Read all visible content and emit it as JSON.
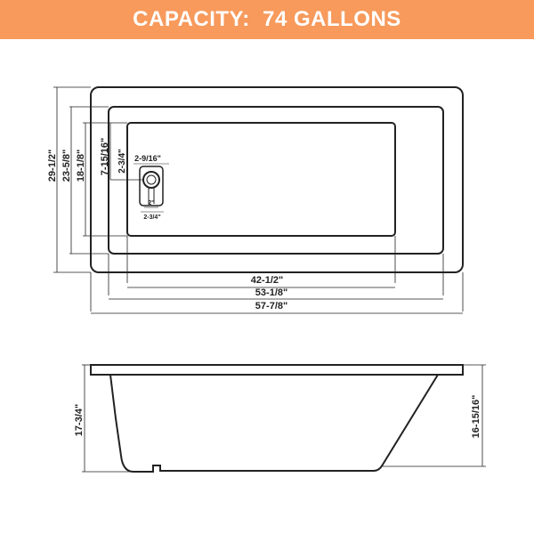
{
  "banner": {
    "label": "CAPACITY:",
    "value": "74 GALLONS",
    "background": "#f79a5c",
    "text_color": "#ffffff"
  },
  "top_view": {
    "overall_length": "57-7/8\"",
    "rim_length": "53-1/8\"",
    "bottom_length": "42-1/2\"",
    "overall_width": "29-1/2\"",
    "rim_width": "23-5/8\"",
    "bottom_width": "18-1/8\"",
    "drain_center_from_side": "7-15/16\"",
    "drain_offset": "2-3/4\"",
    "drain_from_end": "2-9/16\"",
    "drain_size": "2\"",
    "drain_depth": "2-3/4\""
  },
  "side_view": {
    "overall_height": "17-3/4\"",
    "inner_depth": "16-15/16\""
  }
}
